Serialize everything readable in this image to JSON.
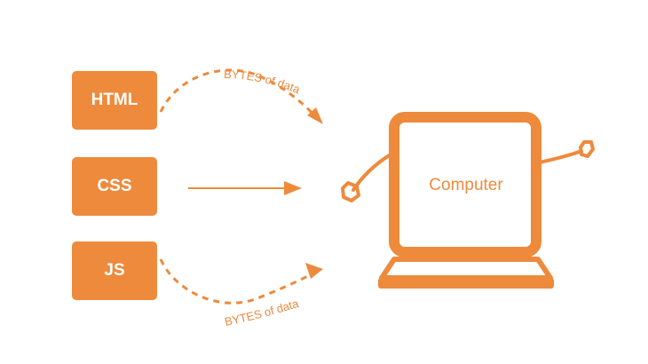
{
  "colors": {
    "accent": "#ee8a3c",
    "background": "#ffffff",
    "text_on_accent": "#ffffff"
  },
  "files": [
    {
      "label": "HTML"
    },
    {
      "label": "CSS"
    },
    {
      "label": "JS"
    }
  ],
  "arrows": {
    "top_label": "BYTES of data",
    "bottom_label": "BYTES of data"
  },
  "computer": {
    "label": "Computer"
  }
}
